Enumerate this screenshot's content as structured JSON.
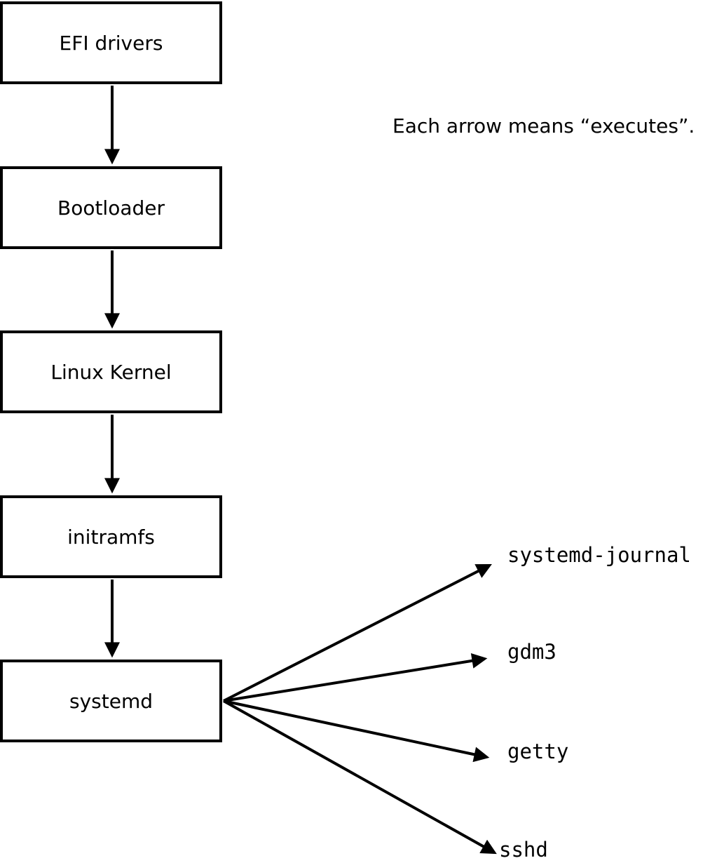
{
  "diagram": {
    "note": "Each arrow means “executes”.",
    "chain": [
      {
        "label": "EFI drivers"
      },
      {
        "label": "Bootloader"
      },
      {
        "label": "Linux Kernel"
      },
      {
        "label": "initramfs"
      },
      {
        "label": "systemd"
      }
    ],
    "services": [
      {
        "label": "systemd-journal"
      },
      {
        "label": "gdm3"
      },
      {
        "label": "getty"
      },
      {
        "label": "sshd"
      }
    ],
    "colors": {
      "box_border": "#000000",
      "box_fill": "#ffffff",
      "arrow": "#000000",
      "text": "#000000",
      "background": "#ffffff"
    }
  }
}
